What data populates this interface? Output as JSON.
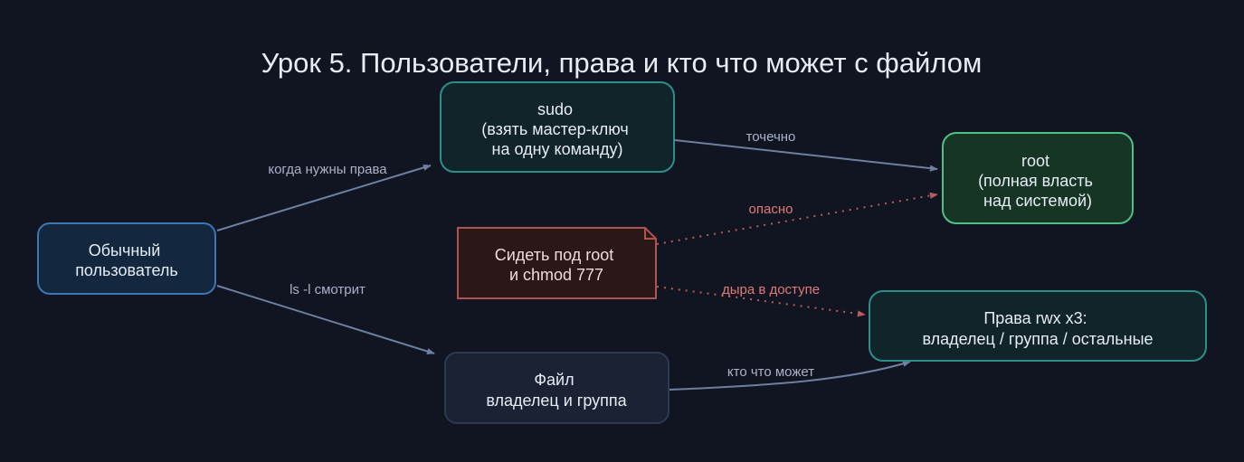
{
  "title": "Урок 5. Пользователи, права и кто что может с файлом",
  "colors": {
    "background": "#111521",
    "edge_default": "#6f7fa0",
    "edge_danger": "#b85c5c",
    "label_default": "#a9b3c8",
    "label_danger": "#e07a7a"
  },
  "nodes": {
    "user": {
      "lines": [
        "Обычный",
        "пользователь"
      ],
      "fill": "#13273f",
      "stroke": "#3a78b5",
      "text_color": "#e6ecf5"
    },
    "sudo": {
      "lines": [
        "sudo",
        "(взять мастер-ключ",
        "на одну команду)"
      ],
      "fill": "#10242a",
      "stroke": "#2e8f8a",
      "text_color": "#e6ecf5"
    },
    "root": {
      "lines": [
        "root",
        "(полная власть",
        "над системой)"
      ],
      "fill": "#173524",
      "stroke": "#4fc184",
      "text_color": "#e6ecf5"
    },
    "warning": {
      "lines": [
        "Сидеть под root",
        "и chmod 777"
      ],
      "fill": "#2a1819",
      "stroke": "#b0544f",
      "text_color": "#f0dada"
    },
    "perms": {
      "lines": [
        "Права rwx x3:",
        "владелец / группа / остальные"
      ],
      "fill": "#10242a",
      "stroke": "#2e8f8a",
      "text_color": "#e6ecf5"
    },
    "file": {
      "lines": [
        "Файл",
        "владелец и группа"
      ],
      "fill": "#1a2233",
      "stroke": "#2f3a52",
      "text_color": "#e6ecf5"
    }
  },
  "edges": {
    "user_sudo": "когда нужны права",
    "user_file": "ls -l смотрит",
    "sudo_root": "точечно",
    "warning_root": "опасно",
    "warning_perms": "дыра в доступе",
    "file_perms": "кто что может"
  }
}
